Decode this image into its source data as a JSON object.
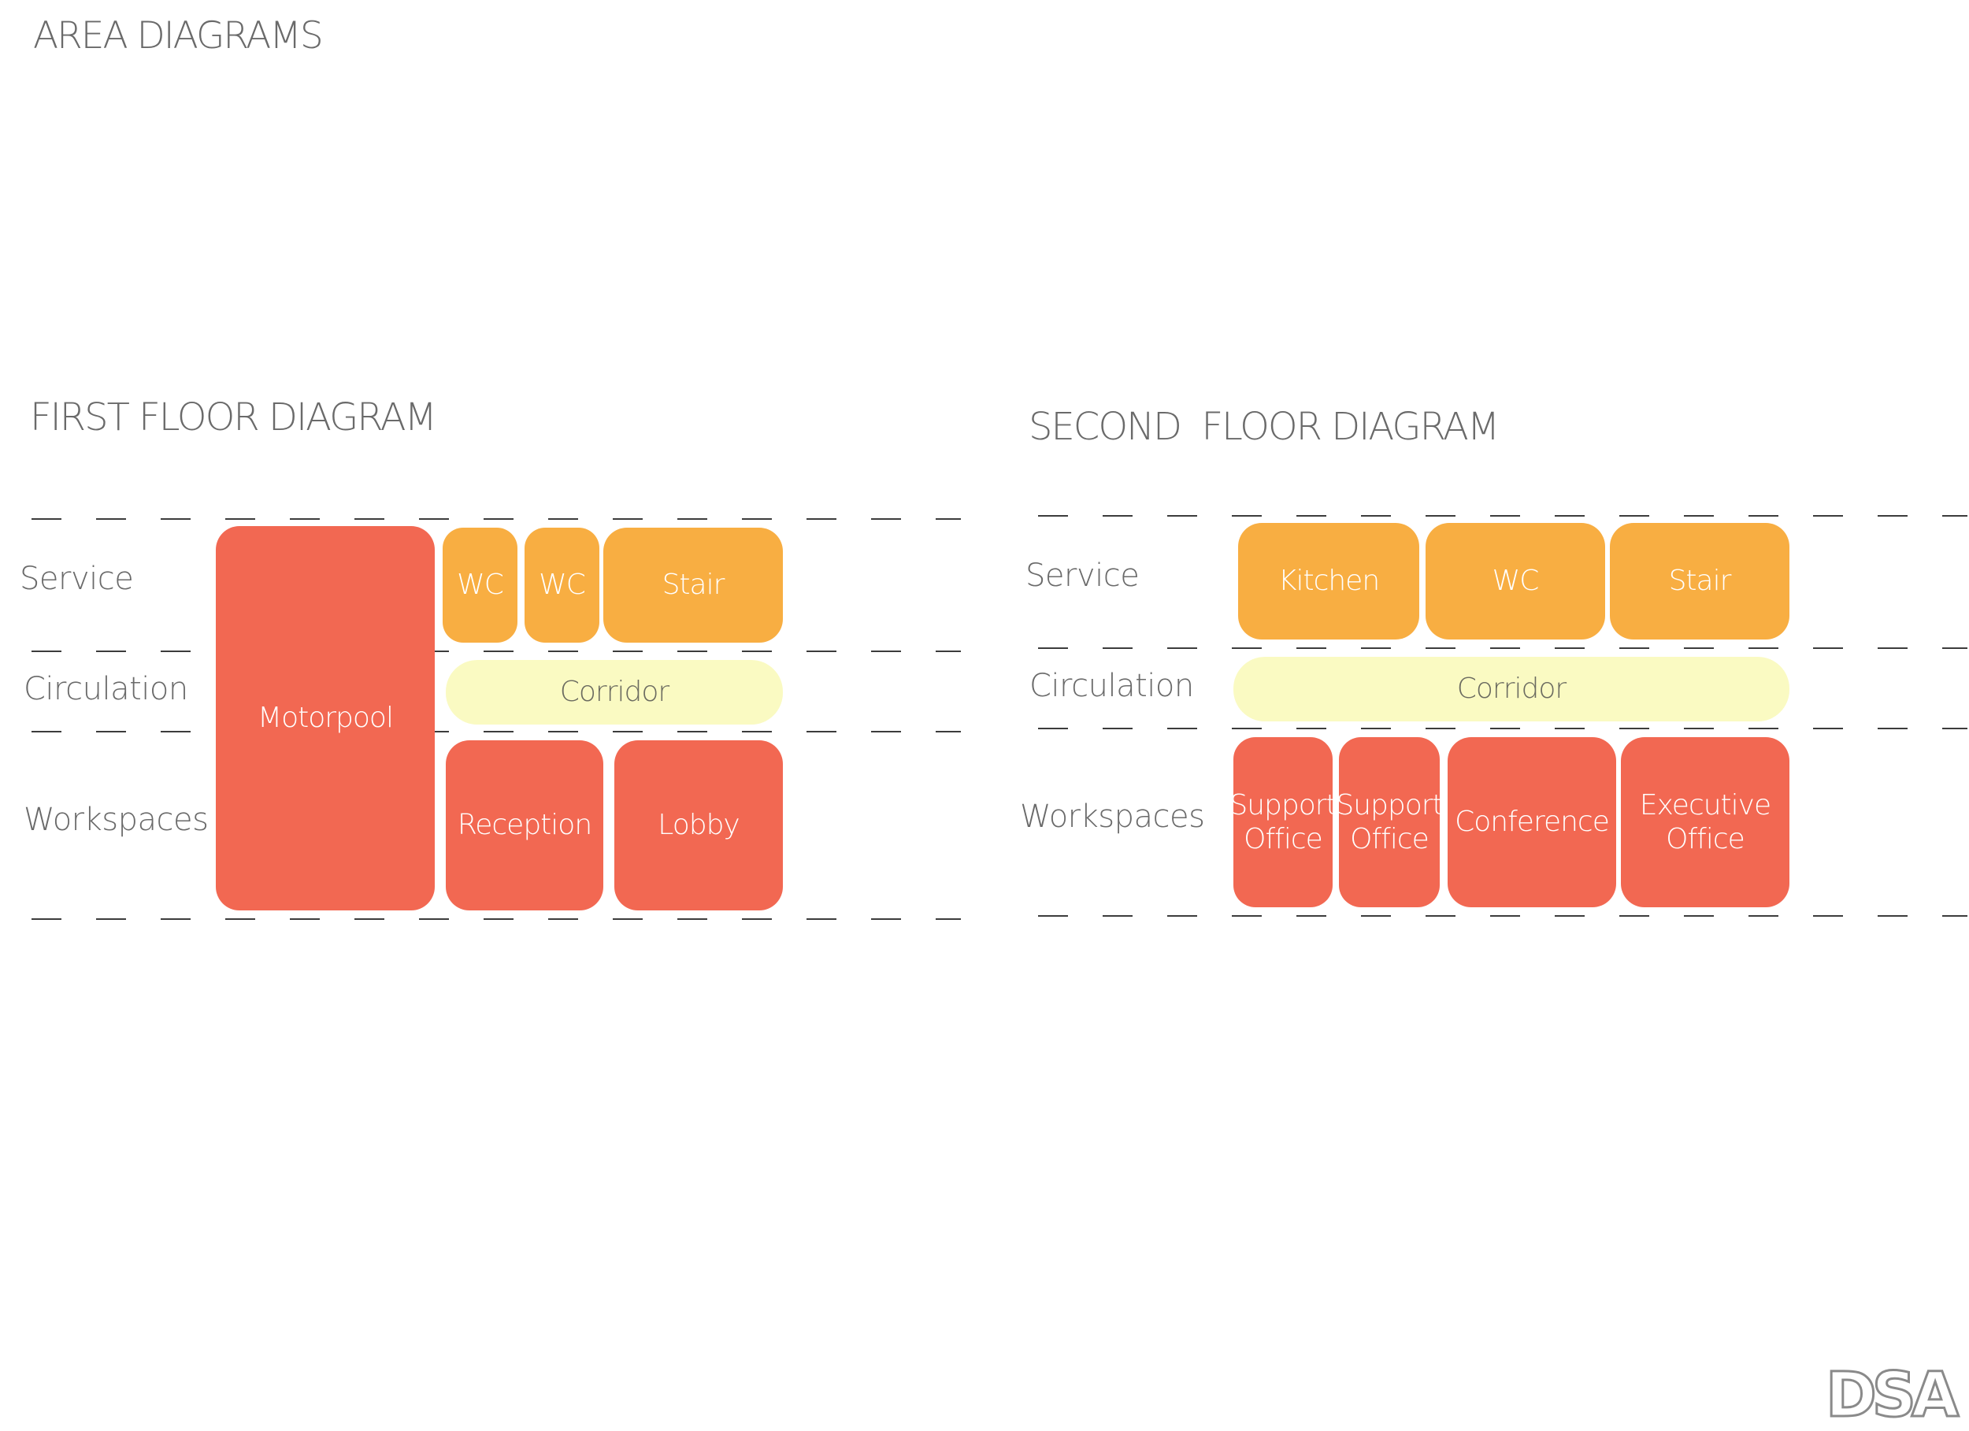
{
  "page": {
    "title": "AREA DIAGRAMS",
    "logo": "DSA"
  },
  "colors": {
    "service": "#f8ae42",
    "workspace": "#f26852",
    "circulation": "#fafac2",
    "dash": "#3c3c3c"
  },
  "first_floor": {
    "title": "FIRST FLOOR DIAGRAM",
    "rows": [
      "Service",
      "Circulation",
      "Workspaces"
    ],
    "rooms": {
      "motorpool": "Motorpool",
      "wc1": "WC",
      "wc2": "WC",
      "stair": "Stair",
      "corridor": "Corridor",
      "reception": "Reception",
      "lobby": "Lobby"
    }
  },
  "second_floor": {
    "title": "SECOND  FLOOR DIAGRAM",
    "rows": [
      "Service",
      "Circulation",
      "Workspaces"
    ],
    "rooms": {
      "kitchen": "Kitchen",
      "wc": "WC",
      "stair": "Stair",
      "corridor": "Corridor",
      "support_office_1": "Support\nOffice",
      "support_office_2": "Support\nOffice",
      "conference": "Conference",
      "executive_office": "Executive\nOffice"
    }
  }
}
